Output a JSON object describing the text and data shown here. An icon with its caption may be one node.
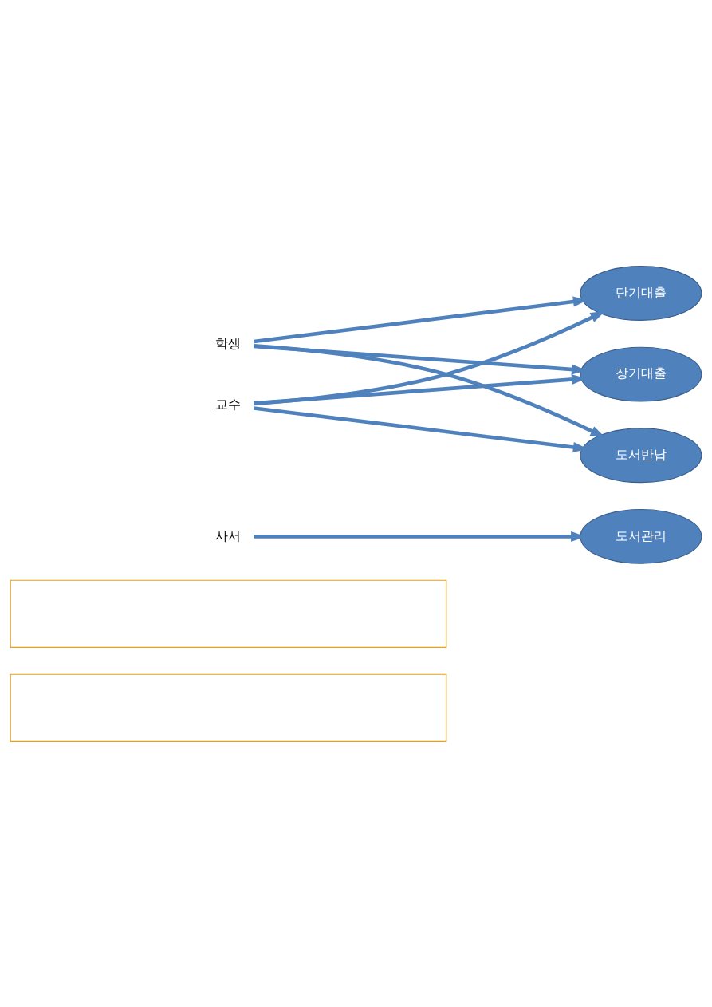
{
  "diagram": {
    "nodes": [
      {
        "text": [],
        "shape": "box"
      },
      {
        "text": [],
        "shape": "box"
      },
      {
        "text": [
          "사서"
        ]
      },
      {
        "text": [
          "학생"
        ]
      },
      {
        "text": [
          "교수"
        ]
      },
      {
        "text": [
          "도서관리"
        ]
      },
      {
        "text": [
          "단기대출"
        ]
      },
      {
        "text": [
          "장기대출"
        ]
      },
      {
        "text": [
          "도서반납"
        ]
      }
    ],
    "edges": [
      {
        "from": 2,
        "to": 5,
        "arrow": "to"
      },
      {
        "from": 3,
        "to": 6,
        "arrow": "to"
      },
      {
        "from": 3,
        "to": 7,
        "arrow": "to"
      },
      {
        "from": 3,
        "to": 8,
        "arrow": "to"
      },
      {
        "from": 4,
        "to": 6,
        "arrow": "to"
      },
      {
        "from": 4,
        "to": 7,
        "arrow": "to"
      },
      {
        "from": 4,
        "to": 8,
        "arrow": "to"
      }
    ]
  }
}
